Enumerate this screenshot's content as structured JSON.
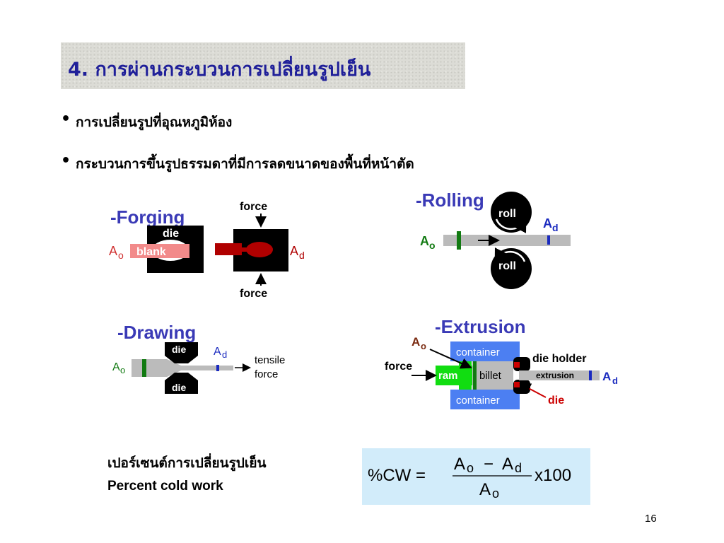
{
  "title": "4. การผ่านกระบวนการเปลี่ยนรูปเย็น",
  "bullets": [
    "การเปลี่ยนรูปที่อุณหภูมิห้อง",
    "กระบวนการขึ้นรูปธรรมดาที่มีการลดขนาดของพื้นที่หน้าตัด"
  ],
  "bullet_symbol": "•",
  "processes": {
    "forging": {
      "label": "-Forging",
      "die": "die",
      "blank": "blank",
      "force": "force",
      "ao_main": "A",
      "ao_sub": "o",
      "ad_main": "A",
      "ad_sub": "d"
    },
    "rolling": {
      "label": "-Rolling",
      "roll": "roll",
      "ao_main": "A",
      "ao_sub": "o",
      "ad_main": "A",
      "ad_sub": "d"
    },
    "drawing": {
      "label": "-Drawing",
      "die": "die",
      "tensile": "tensile",
      "force": "force",
      "ao_main": "A",
      "ao_sub": "o",
      "ad_main": "A",
      "ad_sub": "d"
    },
    "extrusion": {
      "label": "-Extrusion",
      "container": "container",
      "die_holder": "die holder",
      "force": "force",
      "ram": "ram",
      "billet": "billet",
      "extrusion": "extrusion",
      "die": "die",
      "ao_main": "A",
      "ao_sub": "o",
      "ad_main": "A",
      "ad_sub": "d"
    }
  },
  "percent_cw": {
    "thai_label": "เปอร์เซนต์การเปลี่ยนรูปเย็น",
    "english_label": "Percent cold work",
    "lhs": "%CW =",
    "num_a1": "A",
    "num_s1": "o",
    "minus": "−",
    "num_a2": "A",
    "num_s2": "d",
    "den_a": "A",
    "den_s": "o",
    "multiplier": "x100"
  },
  "page_number": "16",
  "colors": {
    "title_text": "#1f1f99",
    "process_label": "#3a3ab6",
    "formula_bg": "#d2ecfa",
    "die_black": "#000000",
    "blank_pink": "#f28a8a",
    "forging_red": "#b00000",
    "workpiece_gray": "#bbbbbb",
    "marker_green": "#117a11",
    "marker_blue": "#1a2abf",
    "container_blue": "#4c7ff2",
    "ram_green": "#11dd11",
    "die_red": "#cc0000"
  }
}
